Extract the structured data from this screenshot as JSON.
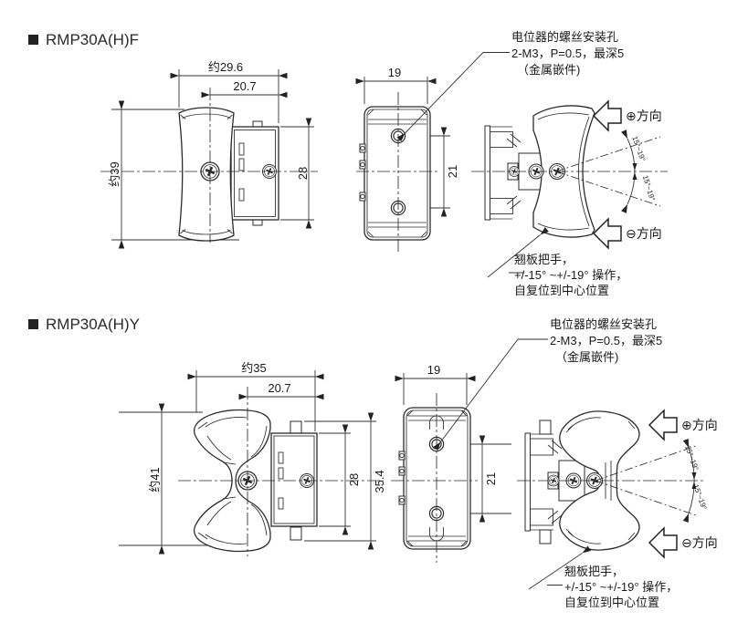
{
  "page": {
    "background": "#ffffff",
    "line_color": "#2b2b2b",
    "text_color": "#1a1a1a"
  },
  "sections": [
    {
      "title": "RMP30A(H)F",
      "dims": {
        "overall_width": "约29.6",
        "handle_to_body_width": "20.7",
        "overall_height": "约39",
        "body_height": "28",
        "body_depth": "19",
        "mount_hole_pitch": "21"
      }
    },
    {
      "title": "RMP30A(H)Y",
      "dims": {
        "overall_width": "约35",
        "handle_to_body_width": "20.7",
        "overall_height": "约41",
        "body_height": "28",
        "flange_height": "35.4",
        "body_depth": "19",
        "mount_hole_pitch": "21"
      }
    }
  ],
  "annotations": {
    "screw_hole": {
      "line1": "电位器的螺丝安装孔",
      "line2": "2-M3，P=0.5，最深5",
      "line3": "（金属嵌件)"
    },
    "rocker": {
      "line1": "翘板把手，",
      "line2": "+/-15° ~+/-19° 操作，",
      "line3": "自复位到中心位置"
    },
    "plus_direction": "⊕方向",
    "minus_direction": "⊖方向",
    "angle_range": "15°~19°"
  }
}
